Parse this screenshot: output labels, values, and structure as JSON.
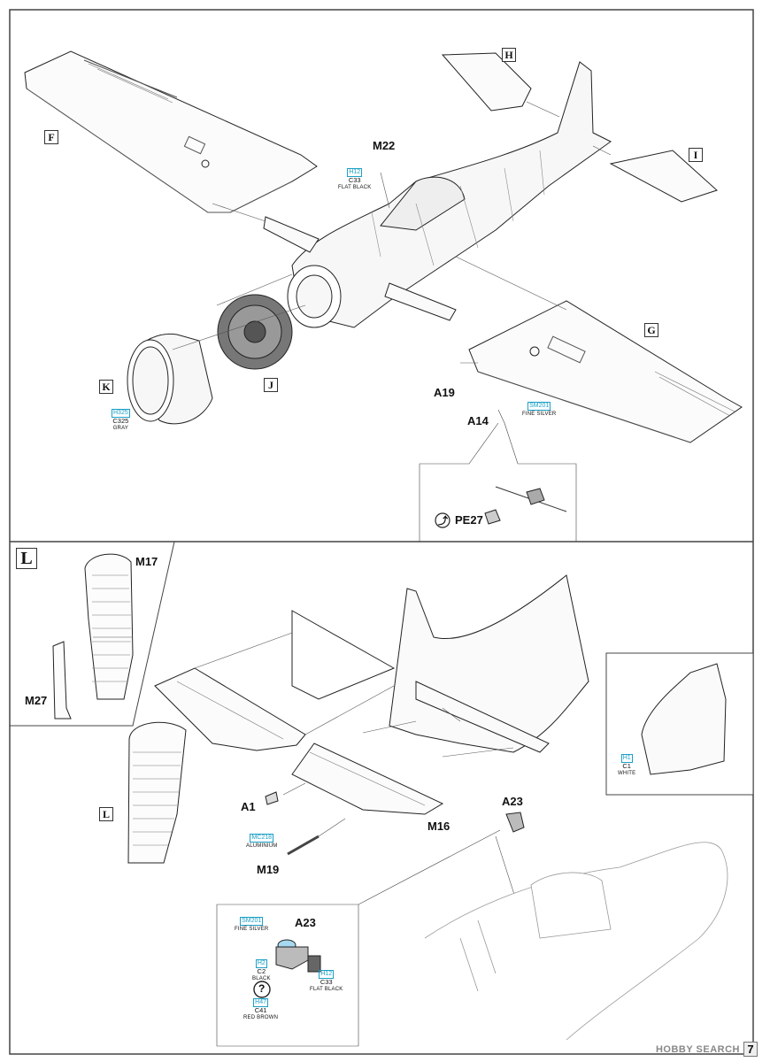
{
  "labels": {
    "F": "F",
    "G": "G",
    "H": "H",
    "I": "I",
    "J": "J",
    "K": "K",
    "L_box": "L",
    "L_small": "L",
    "M22": "M22",
    "A19": "A19",
    "A14": "A14",
    "PE27": "PE27",
    "M17": "M17",
    "M27": "M27",
    "A1": "A1",
    "M16": "M16",
    "M19": "M19",
    "A23_top": "A23",
    "A23_inset": "A23"
  },
  "paints": {
    "m22": {
      "code": "H12",
      "c": "C33",
      "name": "FLAT BLACK"
    },
    "k": {
      "code": "H325",
      "c": "C325",
      "name": "GRAY"
    },
    "a14": {
      "code": "SM201",
      "c": "",
      "name": "FINE SILVER"
    },
    "m19": {
      "code": "MC218",
      "c": "",
      "name": "ALUMINIUM"
    },
    "l_inset": {
      "code": "H1",
      "c": "C1",
      "name": "WHITE"
    },
    "a23_silver": {
      "code": "SM201",
      "c": "",
      "name": "FINE SILVER"
    },
    "a23_black": {
      "code": "H2",
      "c": "C2",
      "name": "BLACK"
    },
    "a23_flatblack": {
      "code": "H12",
      "c": "C33",
      "name": "FLAT BLACK"
    },
    "a23_brown": {
      "code": "H47",
      "c": "C41",
      "name": "RED BROWN"
    }
  },
  "symbols": {
    "question": "?",
    "photoetch": "⤴"
  },
  "watermark": "HOBBY SEARCH",
  "page_number": "7"
}
